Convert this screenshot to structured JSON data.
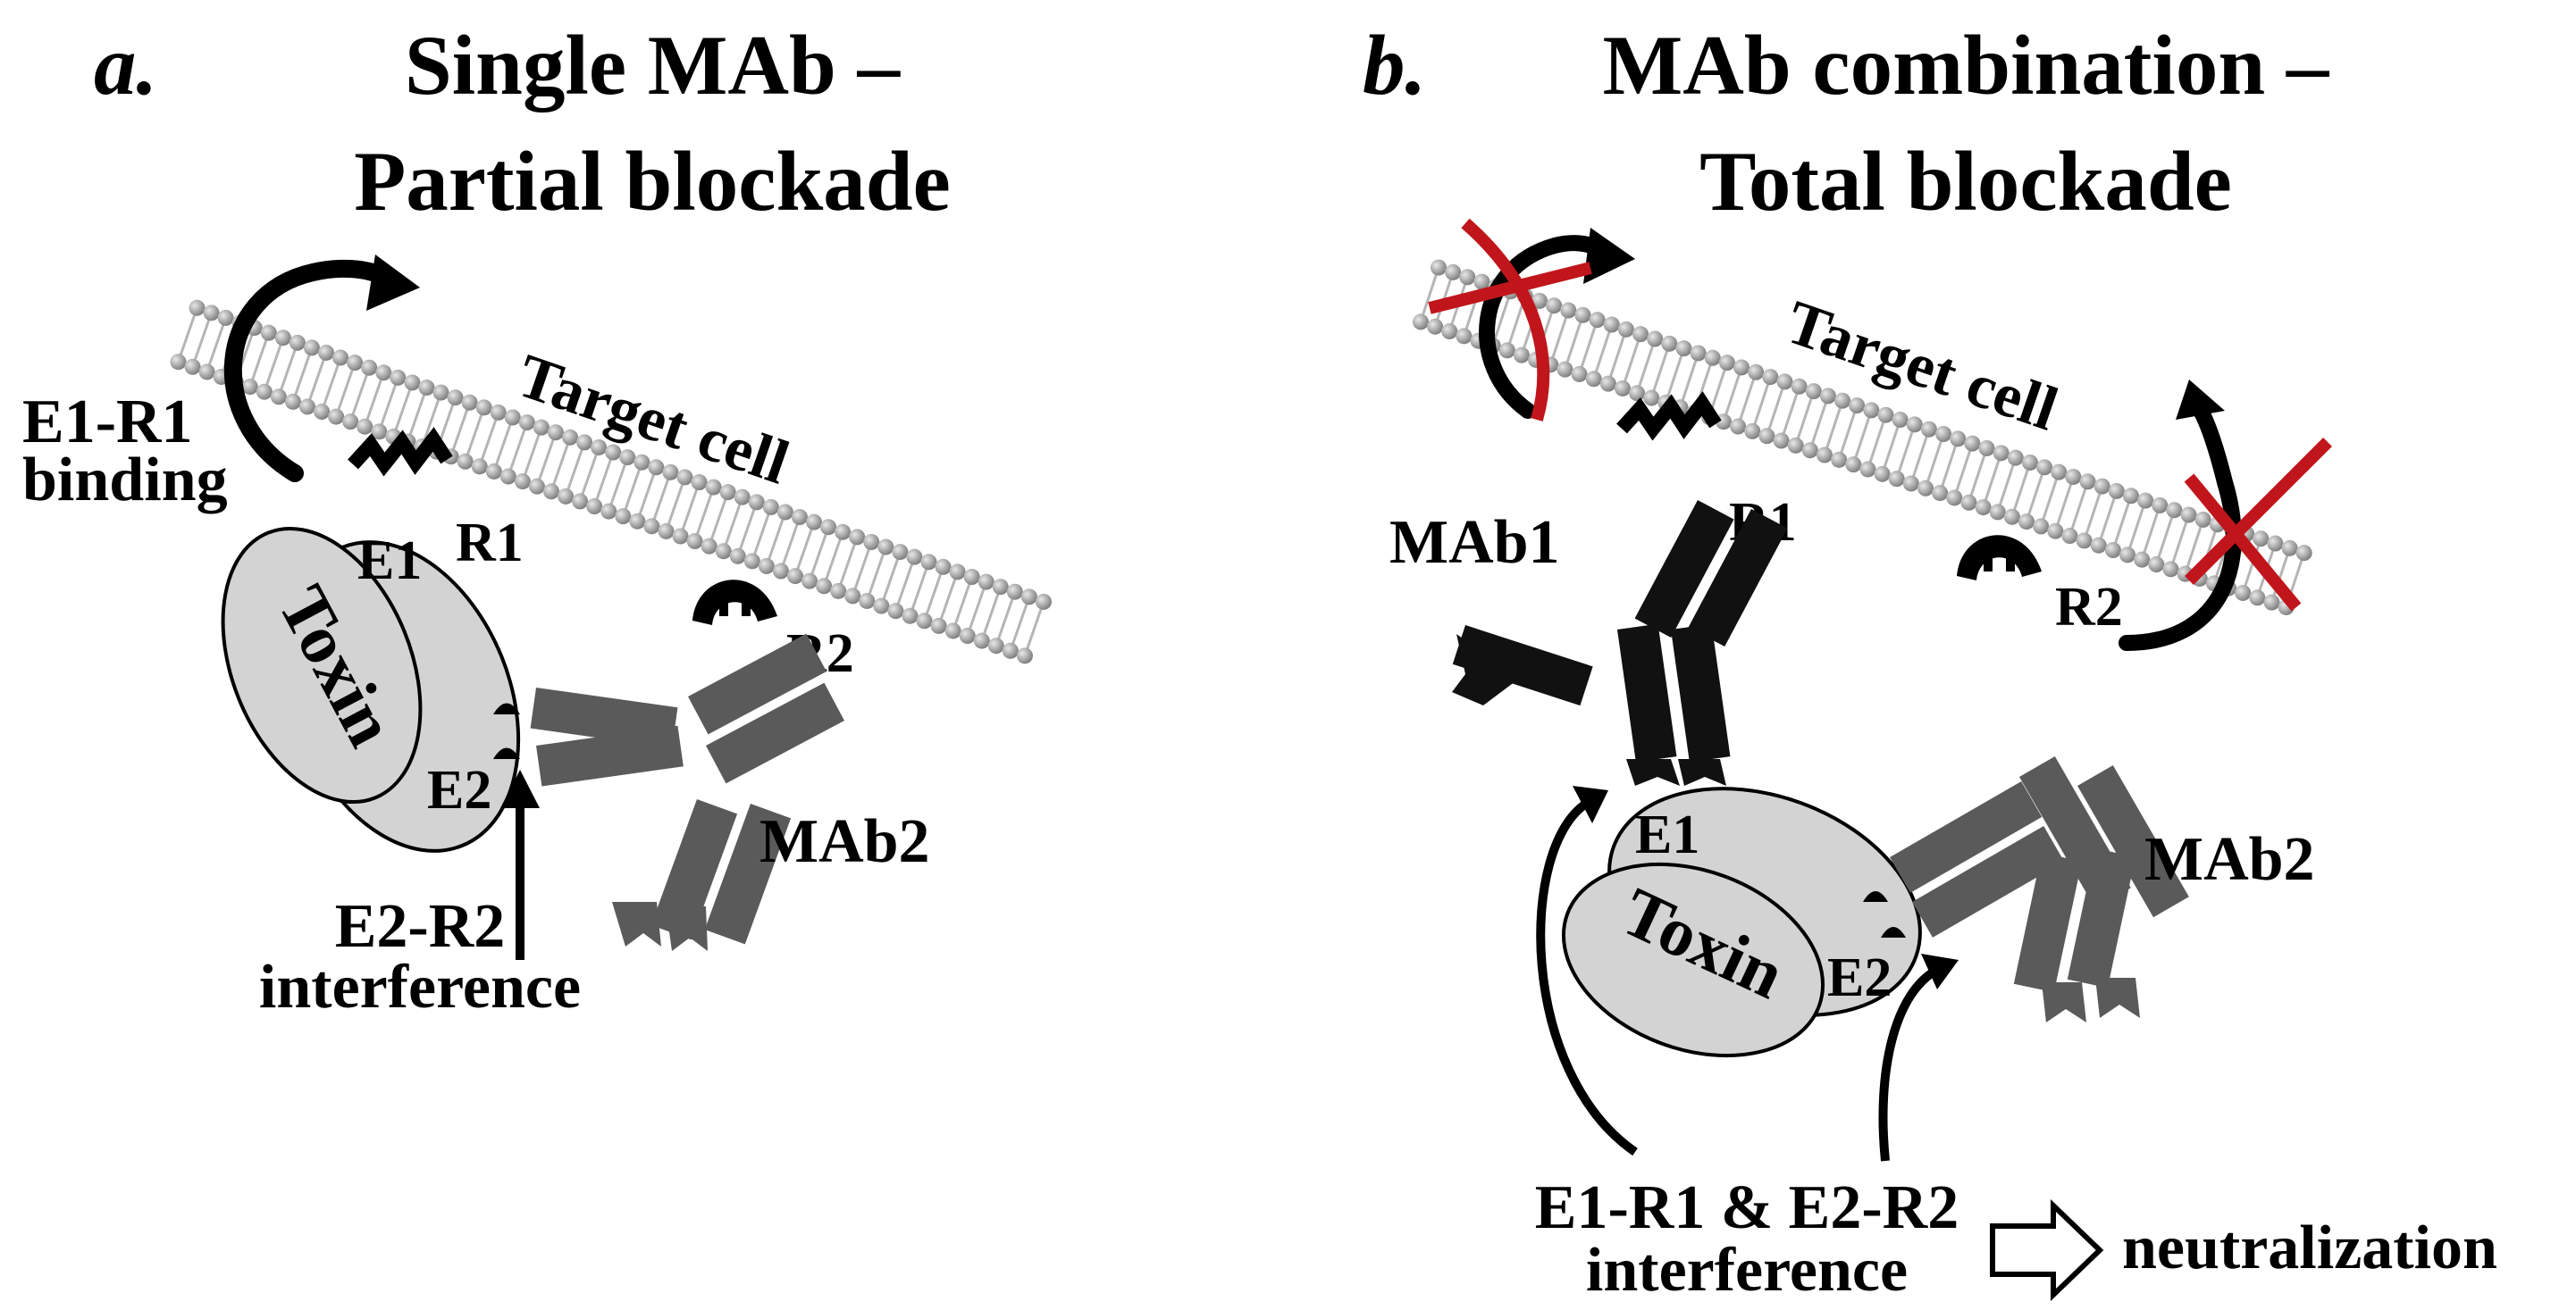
{
  "panel_a": {
    "letter": "a.",
    "title_line1": "Single MAb –",
    "title_line2": "Partial blockade",
    "target_cell": "Target cell",
    "e1r1_line1": "E1-R1",
    "e1r1_line2": "binding",
    "toxin": "Toxin",
    "e1": "E1",
    "e2": "E2",
    "r1": "R1",
    "r2": "R2",
    "mab2": "MAb2",
    "e2r2_line1": "E2-R2",
    "e2r2_line2": "interference"
  },
  "panel_b": {
    "letter": "b.",
    "title_line1": "MAb combination –",
    "title_line2": "Total blockade",
    "target_cell": "Target cell",
    "mab1": "MAb1",
    "mab2": "MAb2",
    "r1": "R1",
    "r2": "R2",
    "toxin": "Toxin",
    "e1": "E1",
    "e2": "E2",
    "bottom_line1": "E1-R1 & E2-R2",
    "bottom_line2": "interference",
    "result": "neutralization"
  },
  "colors": {
    "membrane_bead": "#9a9a9a",
    "toxin_fill": "#d3d3d3",
    "mab1": "#111111",
    "mab2": "#5a5a5a",
    "cross": "#c0161b"
  }
}
